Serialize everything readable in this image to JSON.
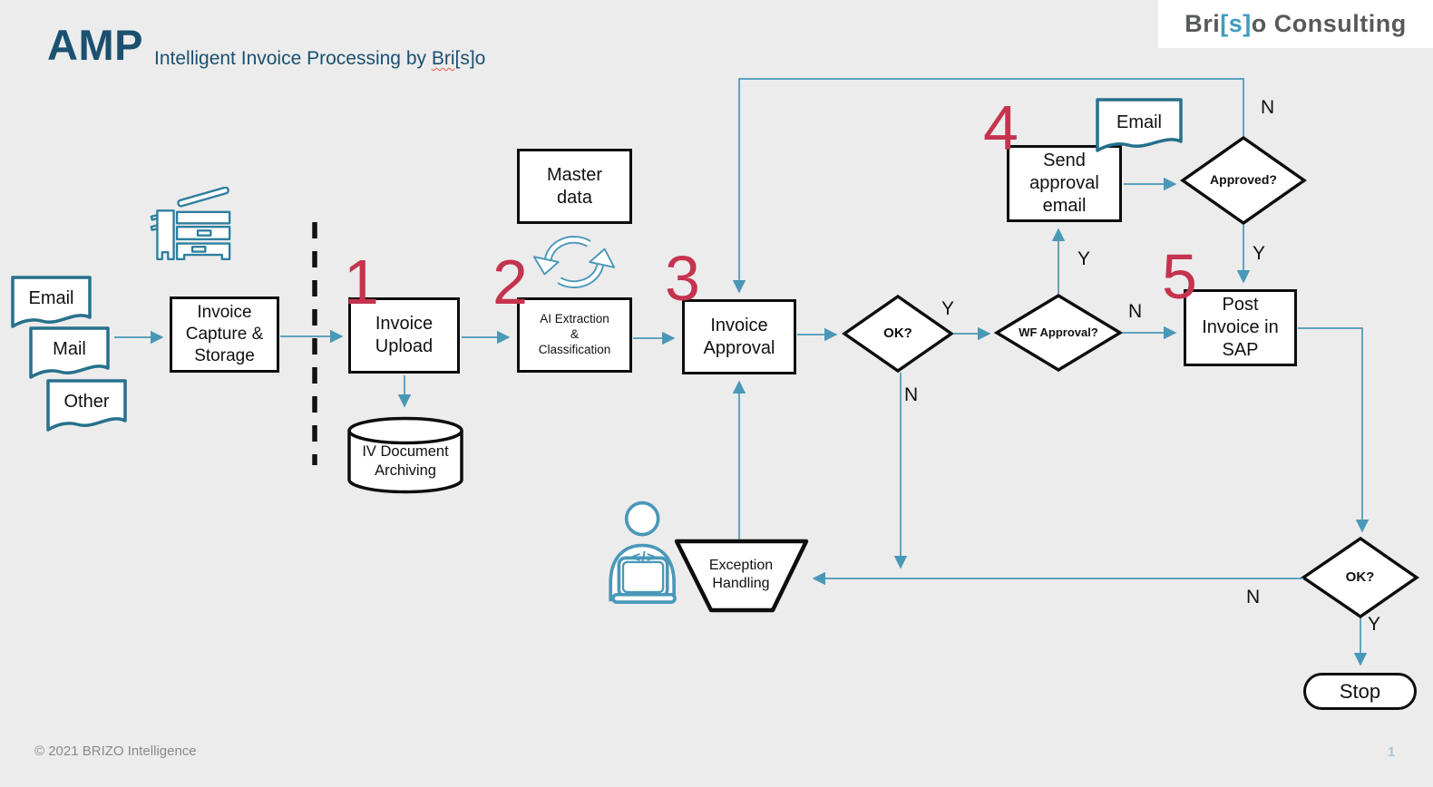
{
  "header": {
    "title": "AMP",
    "subtitle_prefix": "Intelligent Invoice Processing by ",
    "subtitle_brand_underlined": "Bri",
    "subtitle_brand_rest": "[s]o"
  },
  "logo": {
    "part1": "Bri",
    "part2": "[s]",
    "part3": "o Consulting"
  },
  "footer": {
    "copyright": "© 2021 BRIZO Intelligence",
    "page_number": "1"
  },
  "step_numbers": [
    "1",
    "2",
    "3",
    "4",
    "5"
  ],
  "nodes": {
    "email_doc": "Email",
    "mail_doc": "Mail",
    "other_doc": "Other",
    "invoice_capture": "Invoice Capture & Storage",
    "invoice_upload": "Invoice Upload",
    "iv_document_archiving": "IV Document Archiving",
    "master_data": "Master data",
    "ai_extraction": "AI Extraction & Classification",
    "invoice_approval": "Invoice Approval",
    "ok_decision_1": "OK?",
    "wf_approval_decision": "WF Approval?",
    "send_approval_email": "Send approval email",
    "email_doc_2": "Email",
    "approved_decision": "Approved?",
    "post_invoice_sap": "Post Invoice in SAP",
    "ok_decision_2": "OK?",
    "stop": "Stop",
    "exception_handling": "Exception Handling"
  },
  "edge_labels": {
    "ok1_yes": "Y",
    "ok1_no": "N",
    "wf_yes": "Y",
    "wf_no": "N",
    "approved_yes": "Y",
    "approved_no": "N",
    "ok2_yes": "Y",
    "ok2_no": "N"
  },
  "icons": {
    "scanner": "scanner-copier-icon",
    "sync": "sync-arrows-icon",
    "person": "person-laptop-icon",
    "code_glyph": "</>"
  },
  "colors": {
    "background": "#ececec",
    "accent_teal": "#4a98b8",
    "shape_teal": "#26708c",
    "dark_teal": "#1b5070",
    "step_red": "#c5334e",
    "logo_gray": "#58595b",
    "logo_teal": "#3d9dbf"
  }
}
